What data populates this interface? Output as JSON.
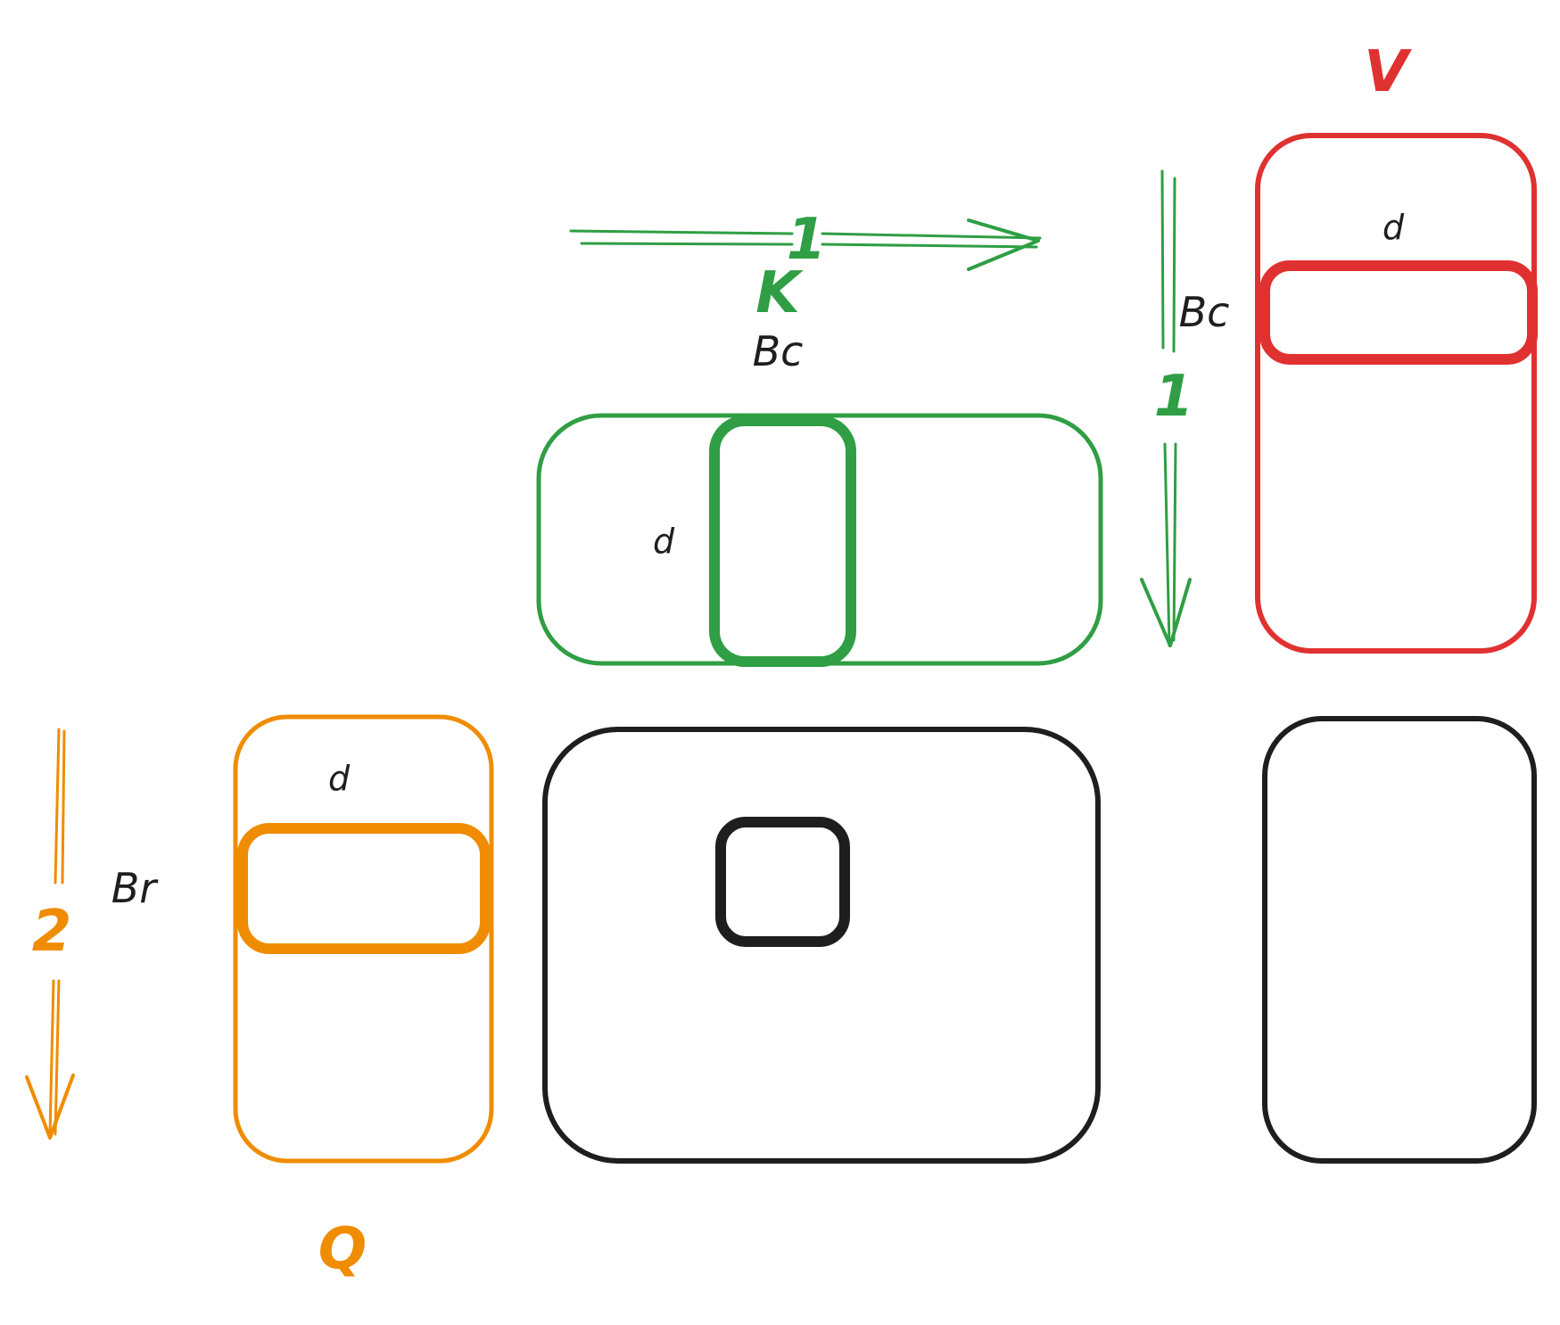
{
  "colors": {
    "query": "#f08c00",
    "key": "#2f9e44",
    "value": "#e03131",
    "neutral": "#1e1e1e",
    "background": "#ffffff"
  },
  "matrices": {
    "q": {
      "name": "Q",
      "dim_label": "d",
      "block_label": "Br",
      "step": "2"
    },
    "k": {
      "name": "K",
      "dim_label": "d",
      "block_label": "Bc",
      "step": "1"
    },
    "v": {
      "name": "V",
      "dim_label": "d",
      "block_label": "Bc",
      "step": "1"
    }
  }
}
